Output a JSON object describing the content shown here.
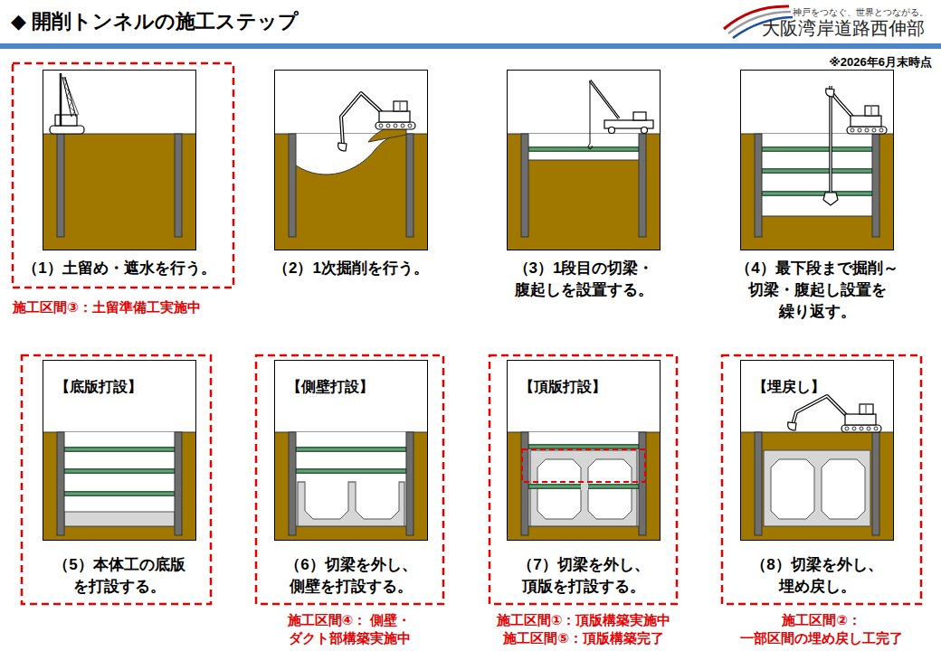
{
  "diagram": {
    "title": "◆ 開削トンネルの施工ステップ",
    "nodes": [
      {
        "text": [
          "（1）土留め・遮水を行う。"
        ]
      },
      {
        "text": [
          "（2）1次掘削を行う。"
        ]
      },
      {
        "text": [
          "（3）1段目の切梁・ 腹起しを設置する。"
        ]
      },
      {
        "text": [
          "（4）最下段まで掘削～ 切梁・腹起し設置を 繰り返す。"
        ]
      },
      {
        "text": [
          "【底版打設】",
          "（5）本体工の底版 を打設する。"
        ]
      },
      {
        "text": [
          "【側壁打設】",
          "（6）切梁を外し、 側壁を打設する。"
        ]
      },
      {
        "text": [
          "【頂版打設】",
          "（7）切梁を外し、 頂版を打設する。"
        ]
      },
      {
        "text": [
          "【埋戻し】",
          "（8）切梁を外し、 埋め戻し。"
        ]
      }
    ],
    "labels": [
      "神戸をつなぐ、世界とつながる。",
      "大阪湾岸道路西伸部",
      "※2026年6月末時点",
      "施工区間③：土留準備工実施中",
      "施工区間④： 側壁・ダクト部構築実施中",
      "施工区間①：頂版構築実施中",
      "施工区間⑤：頂版構築完了",
      "施工区間②： 一部区間の埋め戻し工完了"
    ]
  }
}
